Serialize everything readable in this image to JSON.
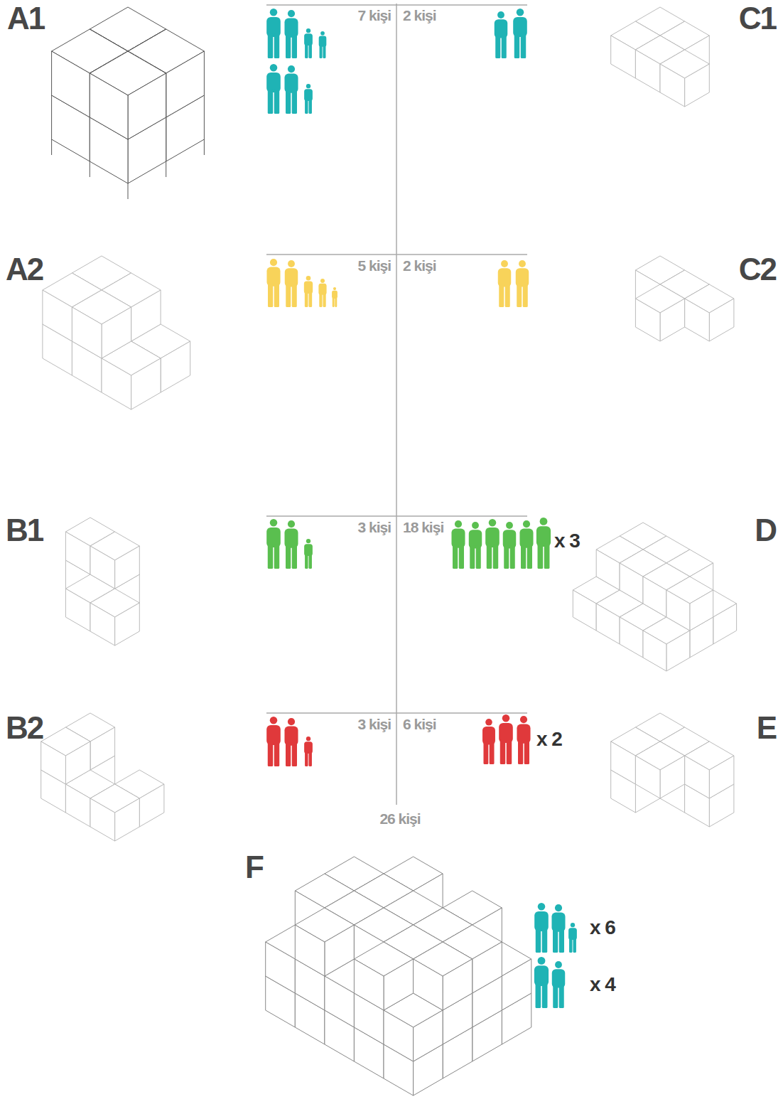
{
  "diagram": {
    "labels": [
      "A1",
      "7 kişi",
      "2 kişi",
      "C1",
      "A2",
      "5 kişi",
      "2 kişi",
      "C2",
      "B1",
      "3 kişi",
      "18 kişi",
      "x 3",
      "D",
      "B2",
      "3 kişi",
      "6 kişi",
      "x 2",
      "E",
      "26 kişi",
      "F",
      "x 6",
      "x 4"
    ]
  }
}
